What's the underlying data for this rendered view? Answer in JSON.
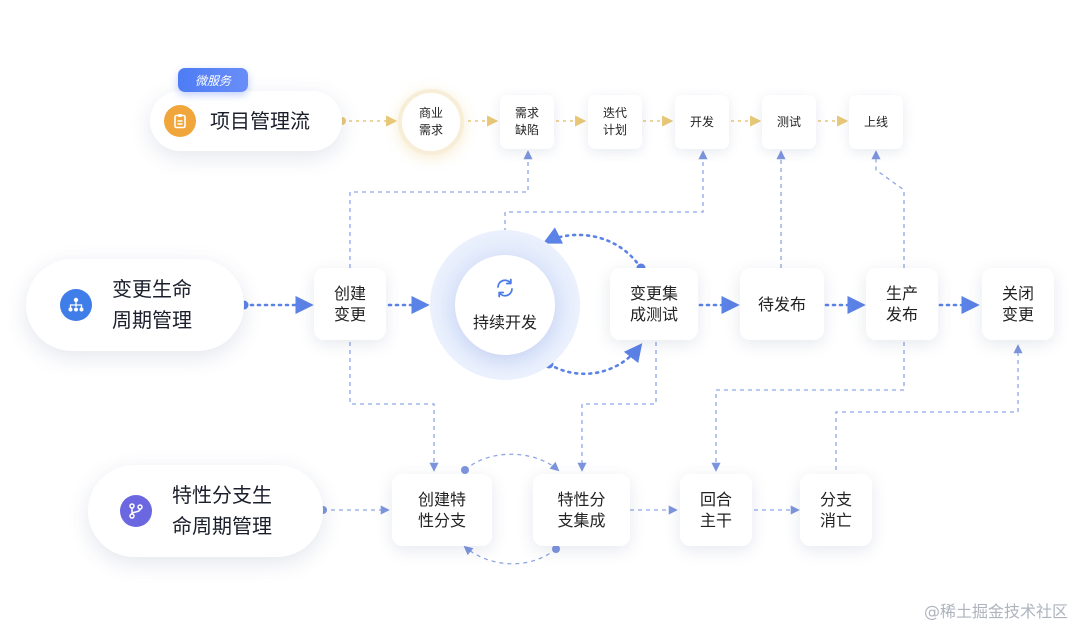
{
  "badge": "微服务",
  "project": {
    "title": "项目管理流",
    "icon": "clipboard-icon",
    "color": "#f0a63a",
    "nodes": [
      "商业\n需求",
      "需求\n缺陷",
      "迭代\n计划",
      "开发",
      "测试",
      "上线"
    ]
  },
  "change": {
    "title": "变更生命\n周期管理",
    "icon": "hierarchy-icon",
    "color": "#3f7de8",
    "center": "持续开发",
    "nodes": [
      "创建\n变更",
      "变更集\n成测试",
      "待发布",
      "生产\n发布",
      "关闭\n变更"
    ]
  },
  "feature": {
    "title": "特性分支生\n命周期管理",
    "icon": "branch-icon",
    "color": "#6a67e0",
    "nodes": [
      "创建特\n性分支",
      "特性分\n支集成",
      "回合\n主干",
      "分支\n消亡"
    ]
  },
  "watermark": "@稀土掘金技术社区",
  "colors": {
    "yellow_line": "#e8c878",
    "blue_line": "#5b82e6",
    "blue_dash": "#8fa6e4"
  }
}
